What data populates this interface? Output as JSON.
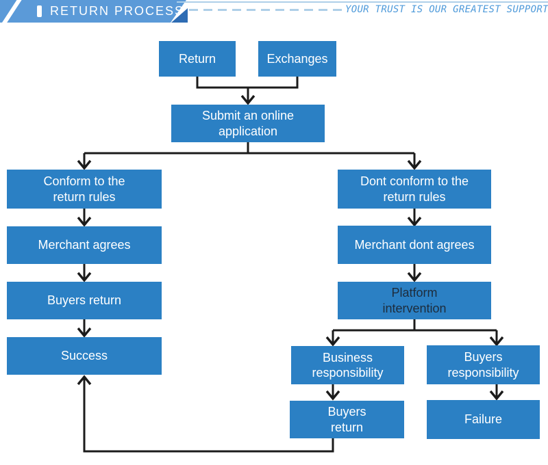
{
  "header": {
    "title": "RETURN PROCESS",
    "slogan": "YOUR TRUST IS OUR GREATEST SUPPORT"
  },
  "colors": {
    "box-blue": "#2b80c4",
    "banner-blue": "#5b9ad8",
    "banner-accent": "#2e6cb4",
    "dash-blue": "#aecfe8",
    "slogan-blue": "#4e9ada",
    "line-dark": "#1b1b1b",
    "box-text": "#ffffff",
    "platform-text": "#1d2c3c"
  },
  "flowchart": {
    "nodes": {
      "return": {
        "label": "Return"
      },
      "exchanges": {
        "label": "Exchanges"
      },
      "submit": {
        "label": "Submit an online\napplication"
      },
      "conform": {
        "label": "Conform to the\nreturn rules"
      },
      "merchant_agrees": {
        "label": "Merchant agrees"
      },
      "buyers_return_left": {
        "label": "Buyers return"
      },
      "success": {
        "label": "Success"
      },
      "dont_conform": {
        "label": "Dont conform to the\nreturn rules"
      },
      "merchant_dont_agrees": {
        "label": "Merchant dont agrees"
      },
      "platform_intervention": {
        "label": "Platform\nintervention"
      },
      "business_responsibility": {
        "label": "Business\nresponsibility"
      },
      "buyers_responsibility": {
        "label": "Buyers\nresponsibility"
      },
      "buyers_return_right": {
        "label": "Buyers\nreturn"
      },
      "failure": {
        "label": "Failure"
      }
    },
    "edges": [
      {
        "from": "return",
        "to": "submit"
      },
      {
        "from": "exchanges",
        "to": "submit"
      },
      {
        "from": "submit",
        "to": "conform"
      },
      {
        "from": "submit",
        "to": "dont_conform"
      },
      {
        "from": "conform",
        "to": "merchant_agrees"
      },
      {
        "from": "merchant_agrees",
        "to": "buyers_return_left"
      },
      {
        "from": "buyers_return_left",
        "to": "success"
      },
      {
        "from": "dont_conform",
        "to": "merchant_dont_agrees"
      },
      {
        "from": "merchant_dont_agrees",
        "to": "platform_intervention"
      },
      {
        "from": "platform_intervention",
        "to": "business_responsibility"
      },
      {
        "from": "platform_intervention",
        "to": "buyers_responsibility"
      },
      {
        "from": "business_responsibility",
        "to": "buyers_return_right"
      },
      {
        "from": "buyers_responsibility",
        "to": "failure"
      },
      {
        "from": "buyers_return_right",
        "to": "success"
      }
    ]
  }
}
